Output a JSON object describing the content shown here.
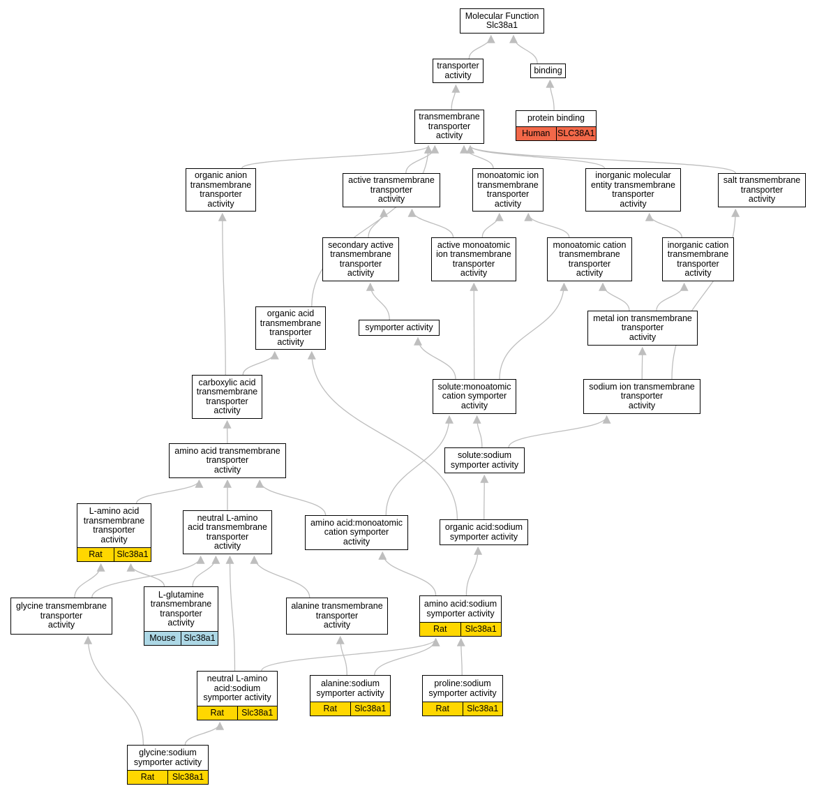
{
  "colors": {
    "rat": "#FFD700",
    "human": "#F26849",
    "mouse": "#ADD8E6",
    "edge": "#BEBEBE"
  },
  "nodes": [
    {
      "id": "mf",
      "lines": [
        "Molecular Function",
        "Slc38a1"
      ]
    },
    {
      "id": "ta",
      "lines": [
        "transporter",
        "activity"
      ]
    },
    {
      "id": "bind",
      "lines": [
        "binding"
      ]
    },
    {
      "id": "pb",
      "lines": [
        "protein binding"
      ],
      "ann": {
        "species": "Human",
        "gene": "SLC38A1",
        "kind": "human"
      }
    },
    {
      "id": "tta",
      "lines": [
        "transmembrane",
        "transporter",
        "activity"
      ]
    },
    {
      "id": "oan",
      "lines": [
        "organic anion",
        "transmembrane",
        "transporter",
        "activity"
      ]
    },
    {
      "id": "act",
      "lines": [
        "active transmembrane",
        "transporter",
        "activity"
      ]
    },
    {
      "id": "mit",
      "lines": [
        "monoatomic ion",
        "transmembrane",
        "transporter",
        "activity"
      ]
    },
    {
      "id": "imet",
      "lines": [
        "inorganic molecular",
        "entity transmembrane",
        "transporter",
        "activity"
      ]
    },
    {
      "id": "salt",
      "lines": [
        "salt transmembrane",
        "transporter",
        "activity"
      ]
    },
    {
      "id": "sec",
      "lines": [
        "secondary active",
        "transmembrane",
        "transporter",
        "activity"
      ]
    },
    {
      "id": "ami",
      "lines": [
        "active monoatomic",
        "ion transmembrane",
        "transporter",
        "activity"
      ]
    },
    {
      "id": "mct",
      "lines": [
        "monoatomic cation",
        "transmembrane",
        "transporter",
        "activity"
      ]
    },
    {
      "id": "ict",
      "lines": [
        "inorganic cation",
        "transmembrane",
        "transporter",
        "activity"
      ]
    },
    {
      "id": "oac",
      "lines": [
        "organic acid",
        "transmembrane",
        "transporter",
        "activity"
      ]
    },
    {
      "id": "sym",
      "lines": [
        "symporter activity"
      ]
    },
    {
      "id": "metal",
      "lines": [
        "metal ion transmembrane",
        "transporter",
        "activity"
      ]
    },
    {
      "id": "carb",
      "lines": [
        "carboxylic acid",
        "transmembrane",
        "transporter",
        "activity"
      ]
    },
    {
      "id": "smc",
      "lines": [
        "solute:monoatomic",
        "cation symporter",
        "activity"
      ]
    },
    {
      "id": "sod",
      "lines": [
        "sodium ion transmembrane",
        "transporter",
        "activity"
      ]
    },
    {
      "id": "aat",
      "lines": [
        "amino acid transmembrane",
        "transporter",
        "activity"
      ]
    },
    {
      "id": "ssod",
      "lines": [
        "solute:sodium",
        "symporter activity"
      ]
    },
    {
      "id": "laa",
      "lines": [
        "L-amino acid",
        "transmembrane",
        "transporter",
        "activity"
      ],
      "ann": {
        "species": "Rat",
        "gene": "Slc38a1",
        "kind": "rat"
      }
    },
    {
      "id": "nla",
      "lines": [
        "neutral L-amino",
        "acid transmembrane",
        "transporter",
        "activity"
      ]
    },
    {
      "id": "aamc",
      "lines": [
        "amino acid:monoatomic",
        "cation symporter",
        "activity"
      ]
    },
    {
      "id": "oasod",
      "lines": [
        "organic acid:sodium",
        "symporter activity"
      ]
    },
    {
      "id": "gly",
      "lines": [
        "glycine transmembrane",
        "transporter",
        "activity"
      ]
    },
    {
      "id": "lgln",
      "lines": [
        "L-glutamine",
        "transmembrane",
        "transporter",
        "activity"
      ],
      "ann": {
        "species": "Mouse",
        "gene": "Slc38a1",
        "kind": "mouse"
      }
    },
    {
      "id": "ala",
      "lines": [
        "alanine transmembrane",
        "transporter",
        "activity"
      ]
    },
    {
      "id": "aasod",
      "lines": [
        "amino acid:sodium",
        "symporter activity"
      ],
      "ann": {
        "species": "Rat",
        "gene": "Slc38a1",
        "kind": "rat"
      }
    },
    {
      "id": "nlas",
      "lines": [
        "neutral L-amino",
        "acid:sodium",
        "symporter activity"
      ],
      "ann": {
        "species": "Rat",
        "gene": "Slc38a1",
        "kind": "rat"
      }
    },
    {
      "id": "alas",
      "lines": [
        "alanine:sodium",
        "symporter activity"
      ],
      "ann": {
        "species": "Rat",
        "gene": "Slc38a1",
        "kind": "rat"
      }
    },
    {
      "id": "pros",
      "lines": [
        "proline:sodium",
        "symporter activity"
      ],
      "ann": {
        "species": "Rat",
        "gene": "Slc38a1",
        "kind": "rat"
      }
    },
    {
      "id": "glys",
      "lines": [
        "glycine:sodium",
        "symporter activity"
      ],
      "ann": {
        "species": "Rat",
        "gene": "Slc38a1",
        "kind": "rat"
      }
    }
  ],
  "edges": [
    [
      "ta",
      "mf"
    ],
    [
      "bind",
      "mf"
    ],
    [
      "tta",
      "ta"
    ],
    [
      "pb",
      "bind"
    ],
    [
      "oan",
      "tta"
    ],
    [
      "act",
      "tta"
    ],
    [
      "mit",
      "tta"
    ],
    [
      "imet",
      "tta"
    ],
    [
      "salt",
      "tta"
    ],
    [
      "oac",
      "tta"
    ],
    [
      "sec",
      "act"
    ],
    [
      "ami",
      "act"
    ],
    [
      "ami",
      "mit"
    ],
    [
      "mct",
      "mit"
    ],
    [
      "ict",
      "imet"
    ],
    [
      "sym",
      "sec"
    ],
    [
      "metal",
      "mct"
    ],
    [
      "metal",
      "ict"
    ],
    [
      "carb",
      "oac"
    ],
    [
      "carb",
      "oan"
    ],
    [
      "smc",
      "sym"
    ],
    [
      "smc",
      "ami"
    ],
    [
      "smc",
      "mct"
    ],
    [
      "sod",
      "metal"
    ],
    [
      "sod",
      "salt"
    ],
    [
      "aat",
      "carb"
    ],
    [
      "ssod",
      "smc"
    ],
    [
      "ssod",
      "sod"
    ],
    [
      "laa",
      "aat"
    ],
    [
      "nla",
      "aat"
    ],
    [
      "aamc",
      "aat"
    ],
    [
      "aamc",
      "smc"
    ],
    [
      "oasod",
      "ssod"
    ],
    [
      "oasod",
      "oac"
    ],
    [
      "gly",
      "laa"
    ],
    [
      "gly",
      "nla"
    ],
    [
      "lgln",
      "laa"
    ],
    [
      "lgln",
      "nla"
    ],
    [
      "ala",
      "nla"
    ],
    [
      "aasod",
      "aamc"
    ],
    [
      "aasod",
      "oasod"
    ],
    [
      "nlas",
      "nla"
    ],
    [
      "nlas",
      "aasod"
    ],
    [
      "alas",
      "ala"
    ],
    [
      "alas",
      "aasod"
    ],
    [
      "pros",
      "aasod"
    ],
    [
      "glys",
      "gly"
    ],
    [
      "glys",
      "nlas"
    ]
  ]
}
